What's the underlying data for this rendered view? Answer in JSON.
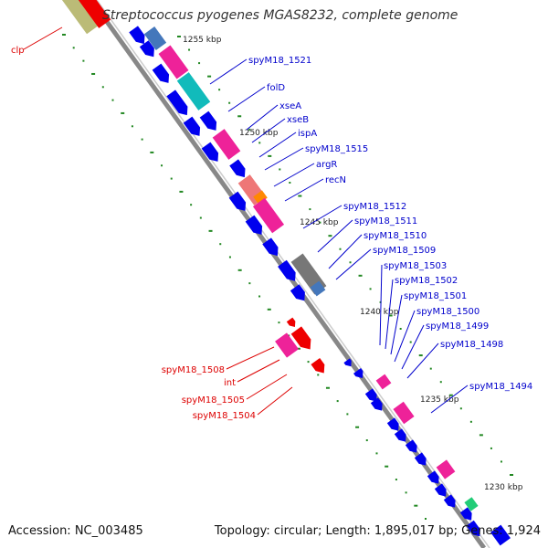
{
  "title": "Streptococcus pyogenes MGAS8232, complete genome",
  "footer": {
    "accession": "Accession: NC_003485",
    "topology": "Topology: circular; Length: 1,895,017 bp; Genes: 1,924"
  },
  "ruler_labels": [
    "1255 kbp",
    "1250 kbp",
    "1245 kbp",
    "1240 kbp",
    "1235 kbp",
    "1230 kbp"
  ],
  "forward_genes": [
    "spyM18_1521",
    "folD",
    "xseA",
    "xseB",
    "ispA",
    "spyM18_1515",
    "argR",
    "recN",
    "spyM18_1512",
    "spyM18_1511",
    "spyM18_1510",
    "spyM18_1509",
    "spyM18_1503",
    "spyM18_1502",
    "spyM18_1501",
    "spyM18_1500",
    "spyM18_1499",
    "spyM18_1498",
    "spyM18_1494"
  ],
  "reverse_genes": [
    "clp",
    "spyM18_1508",
    "int",
    "spyM18_1505",
    "spyM18_1504"
  ],
  "colors": {
    "forward_label": "#0000cc",
    "reverse_label": "#dd0000",
    "cds": "#0000ee",
    "pink": "#ee2299",
    "cyan": "#11bbbb",
    "steel": "#4477bb",
    "grey": "#777777",
    "olive": "#bbbb77",
    "salmon": "#ee7777",
    "orange": "#ff8800",
    "green": "#22cc77",
    "red": "#ee0000",
    "backbone": "#888888",
    "tick": "#228822"
  }
}
